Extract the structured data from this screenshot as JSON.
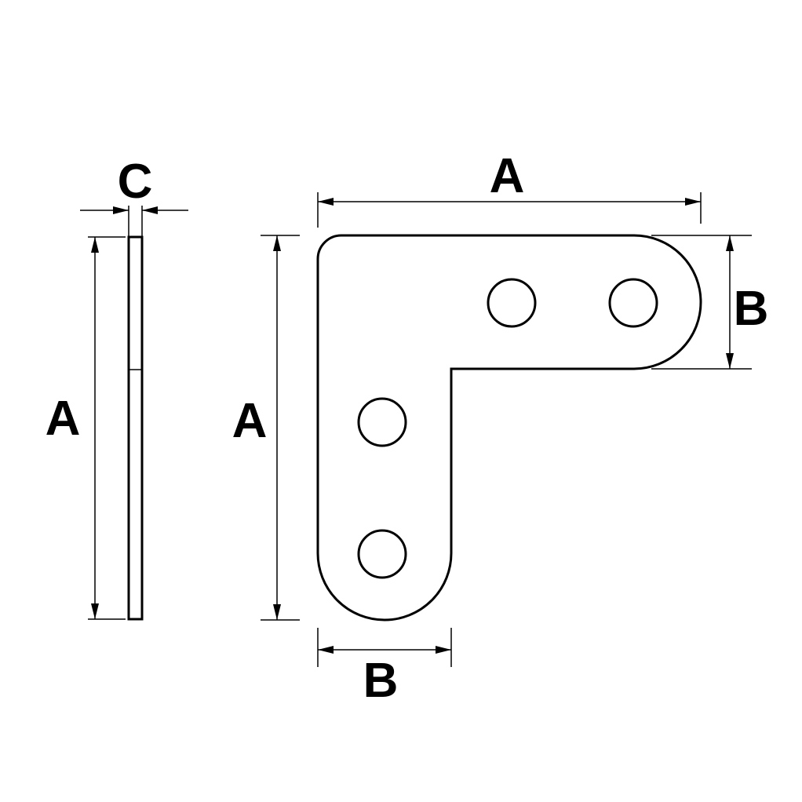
{
  "labels": {
    "side_thickness": "C",
    "side_length": "A",
    "top_length": "A",
    "left_length": "A",
    "right_width": "B",
    "bottom_width": "B"
  },
  "colors": {
    "stroke": "#000000",
    "background": "#ffffff"
  }
}
